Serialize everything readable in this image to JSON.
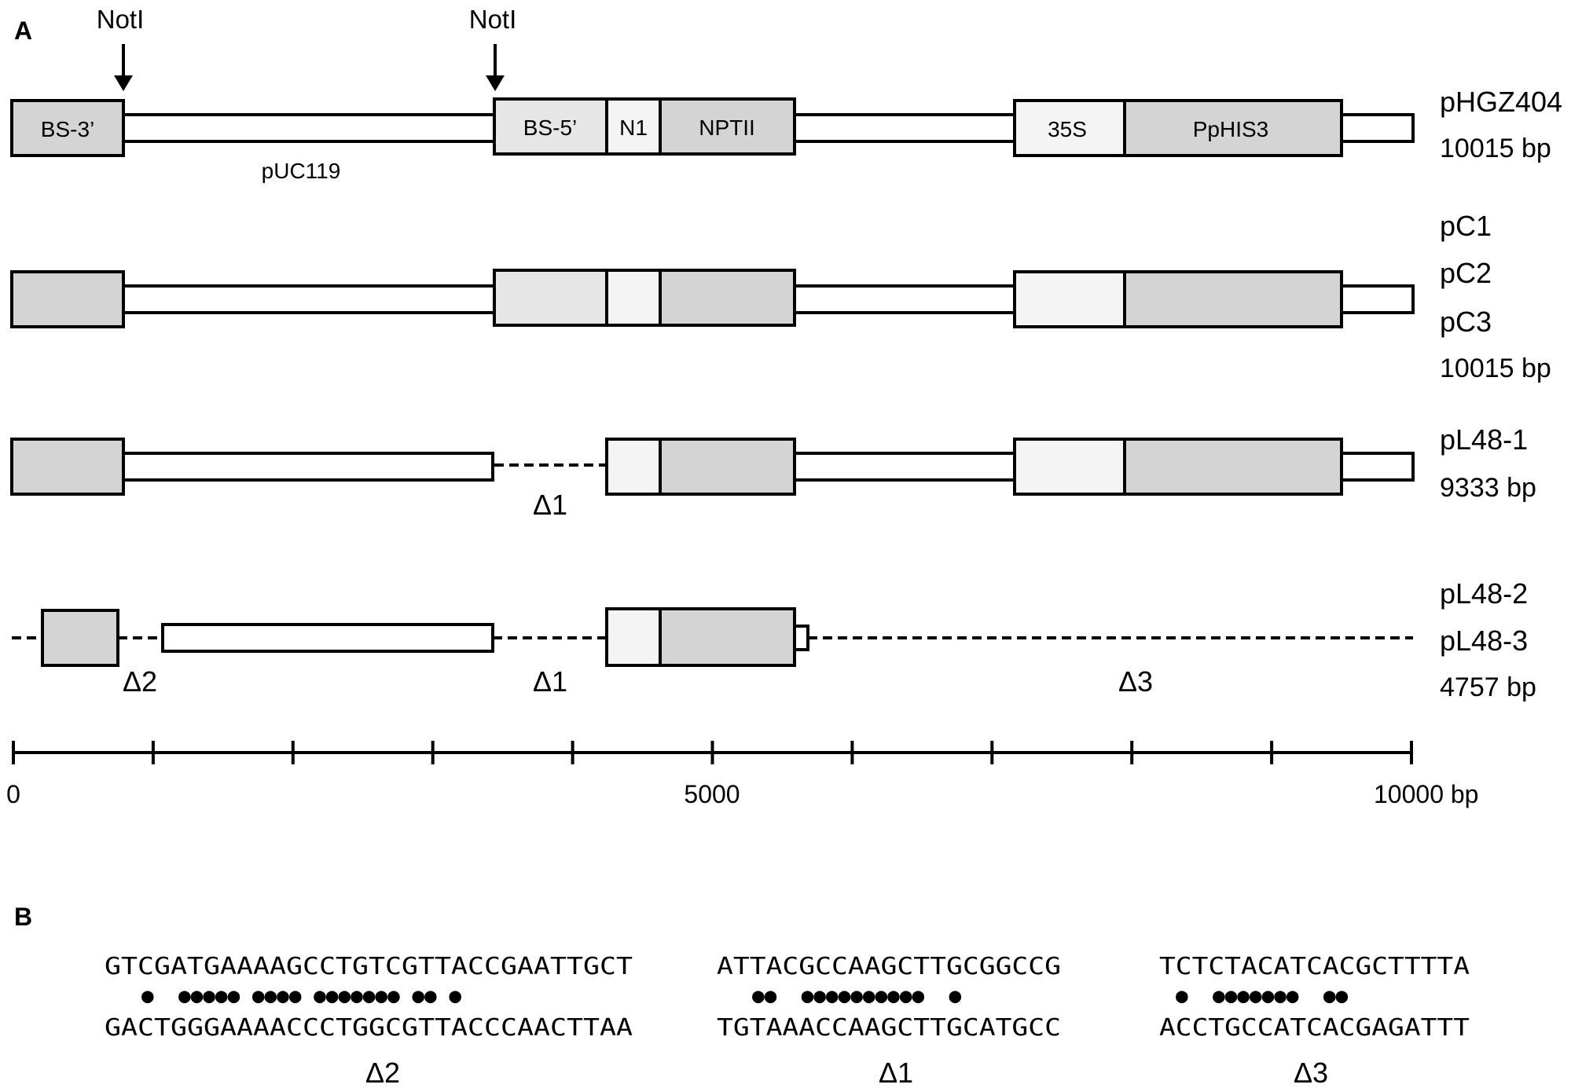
{
  "panel_a": {
    "label": "A",
    "cut_sites": [
      {
        "id": "notI-1",
        "label": "NotI"
      },
      {
        "id": "notI-2",
        "label": "NotI"
      }
    ],
    "constructs": [
      {
        "id": "pHGZ404",
        "names": [
          "pHGZ404"
        ],
        "size": "10015 bp",
        "segment_labels": {
          "bs3": "BS-3’",
          "pUC": "pUC119",
          "bs5": "BS-5’",
          "n1": "N1",
          "nptii": "NPTII",
          "s35": "35S",
          "pphis3": "PpHIS3"
        }
      },
      {
        "id": "pC",
        "names": [
          "pC1",
          "pC2",
          "pC3"
        ],
        "size": "10015 bp"
      },
      {
        "id": "pL48-1",
        "names": [
          "pL48-1"
        ],
        "size": "9333 bp",
        "deletions": [
          "Δ1"
        ]
      },
      {
        "id": "pL48-23",
        "names": [
          "pL48-2",
          "pL48-3"
        ],
        "size": "4757 bp",
        "deletions": [
          "Δ2",
          "Δ1",
          "Δ3"
        ]
      }
    ],
    "scale": {
      "tick_labels": [
        "0",
        "5000",
        "10000 bp"
      ],
      "max_bp": 10000,
      "tick_interval_bp": 1000
    },
    "colors": {
      "dark_box": "#d4d4d4",
      "light_box": "#e6e6e6",
      "pale_box": "#f4f4f4",
      "stroke": "#000000"
    }
  },
  "panel_b": {
    "label": "B",
    "alignments": [
      {
        "id": "d2",
        "top": "GTCGATGAAAAGCCTGTCGTTACCGAATTGCT",
        "match": "●  ●●●●● ●●●● ●●●●●●● ●● ●",
        "bottom": "GACTGGGAAAACCCTGGCGTTACCCAACTTAA",
        "label": "Δ2"
      },
      {
        "id": "d1",
        "top": "ATTACGCCAAGCTTGCGGCCG",
        "match": "●●  ●●●●●●●●●●  ●",
        "bottom": "TGTAAACCAAGCTTGCATGCC",
        "label": "Δ1"
      },
      {
        "id": "d3",
        "top": "TCTCTACATCACGCTTTTA",
        "match": "●  ●●●●●●●  ●●",
        "bottom": "ACCTGCCATCACGAGATTT",
        "label": "Δ3"
      }
    ]
  }
}
